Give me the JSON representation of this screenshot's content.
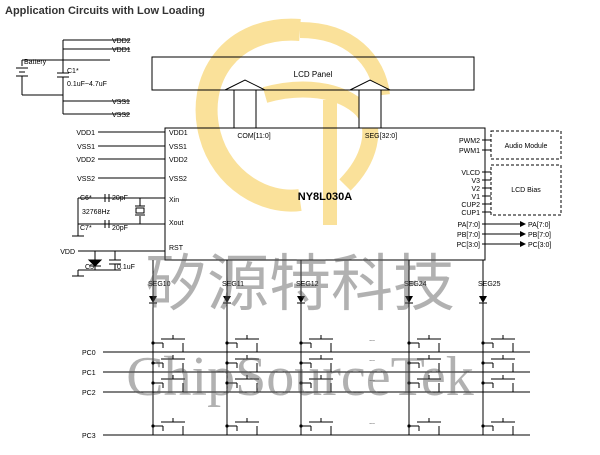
{
  "title": "Application Circuits with Low Loading",
  "battery": {
    "label": "Battery",
    "cap_label": "C1*",
    "cap_value": "0.1uF~4.7uF",
    "rails": [
      "VDD2",
      "VDD1",
      "VSS1",
      "VSS2"
    ]
  },
  "lcd_panel": {
    "label": "LCD Panel"
  },
  "chip": {
    "name": "NY8L030A",
    "left_pins": [
      "VDD1",
      "VSS1",
      "VDD2",
      "VSS2",
      "Xin",
      "Xout",
      "RST"
    ],
    "top_pins": [
      "COM[11:0]",
      "SEG[32:0]"
    ],
    "right_pins": [
      "PWM2",
      "PWM1",
      "VLCD",
      "V3",
      "V2",
      "V1",
      "CUP2",
      "CUP1",
      "PA[7:0]",
      "PB[7:0]",
      "PC[3:0]"
    ]
  },
  "supply_labels": [
    "VDD1",
    "VSS1",
    "VDD2",
    "VSS2"
  ],
  "audio_module": {
    "label": "Audio Module"
  },
  "lcd_bias": {
    "label": "LCD Bias"
  },
  "ports_out": [
    "PA[7:0]",
    "PB[7:0]",
    "PC[3:0]"
  ],
  "crystal": {
    "c6": "C6*",
    "c6_value": "20pF",
    "freq": "32768Hz",
    "c7": "C7*",
    "c7_value": "20pF"
  },
  "reset": {
    "vdd": "VDD",
    "c5": "C5",
    "c5_value": "0.1uF"
  },
  "matrix": {
    "seg_labels": [
      "SEG10",
      "SEG11",
      "SEG12",
      "SEG24",
      "SEG25"
    ],
    "row_labels": [
      "PC0",
      "PC1",
      "PC2",
      "PC3"
    ],
    "ellipsis": "..."
  },
  "watermark": {
    "cn": "矽源特科技",
    "en": "ChipSourceTek"
  }
}
